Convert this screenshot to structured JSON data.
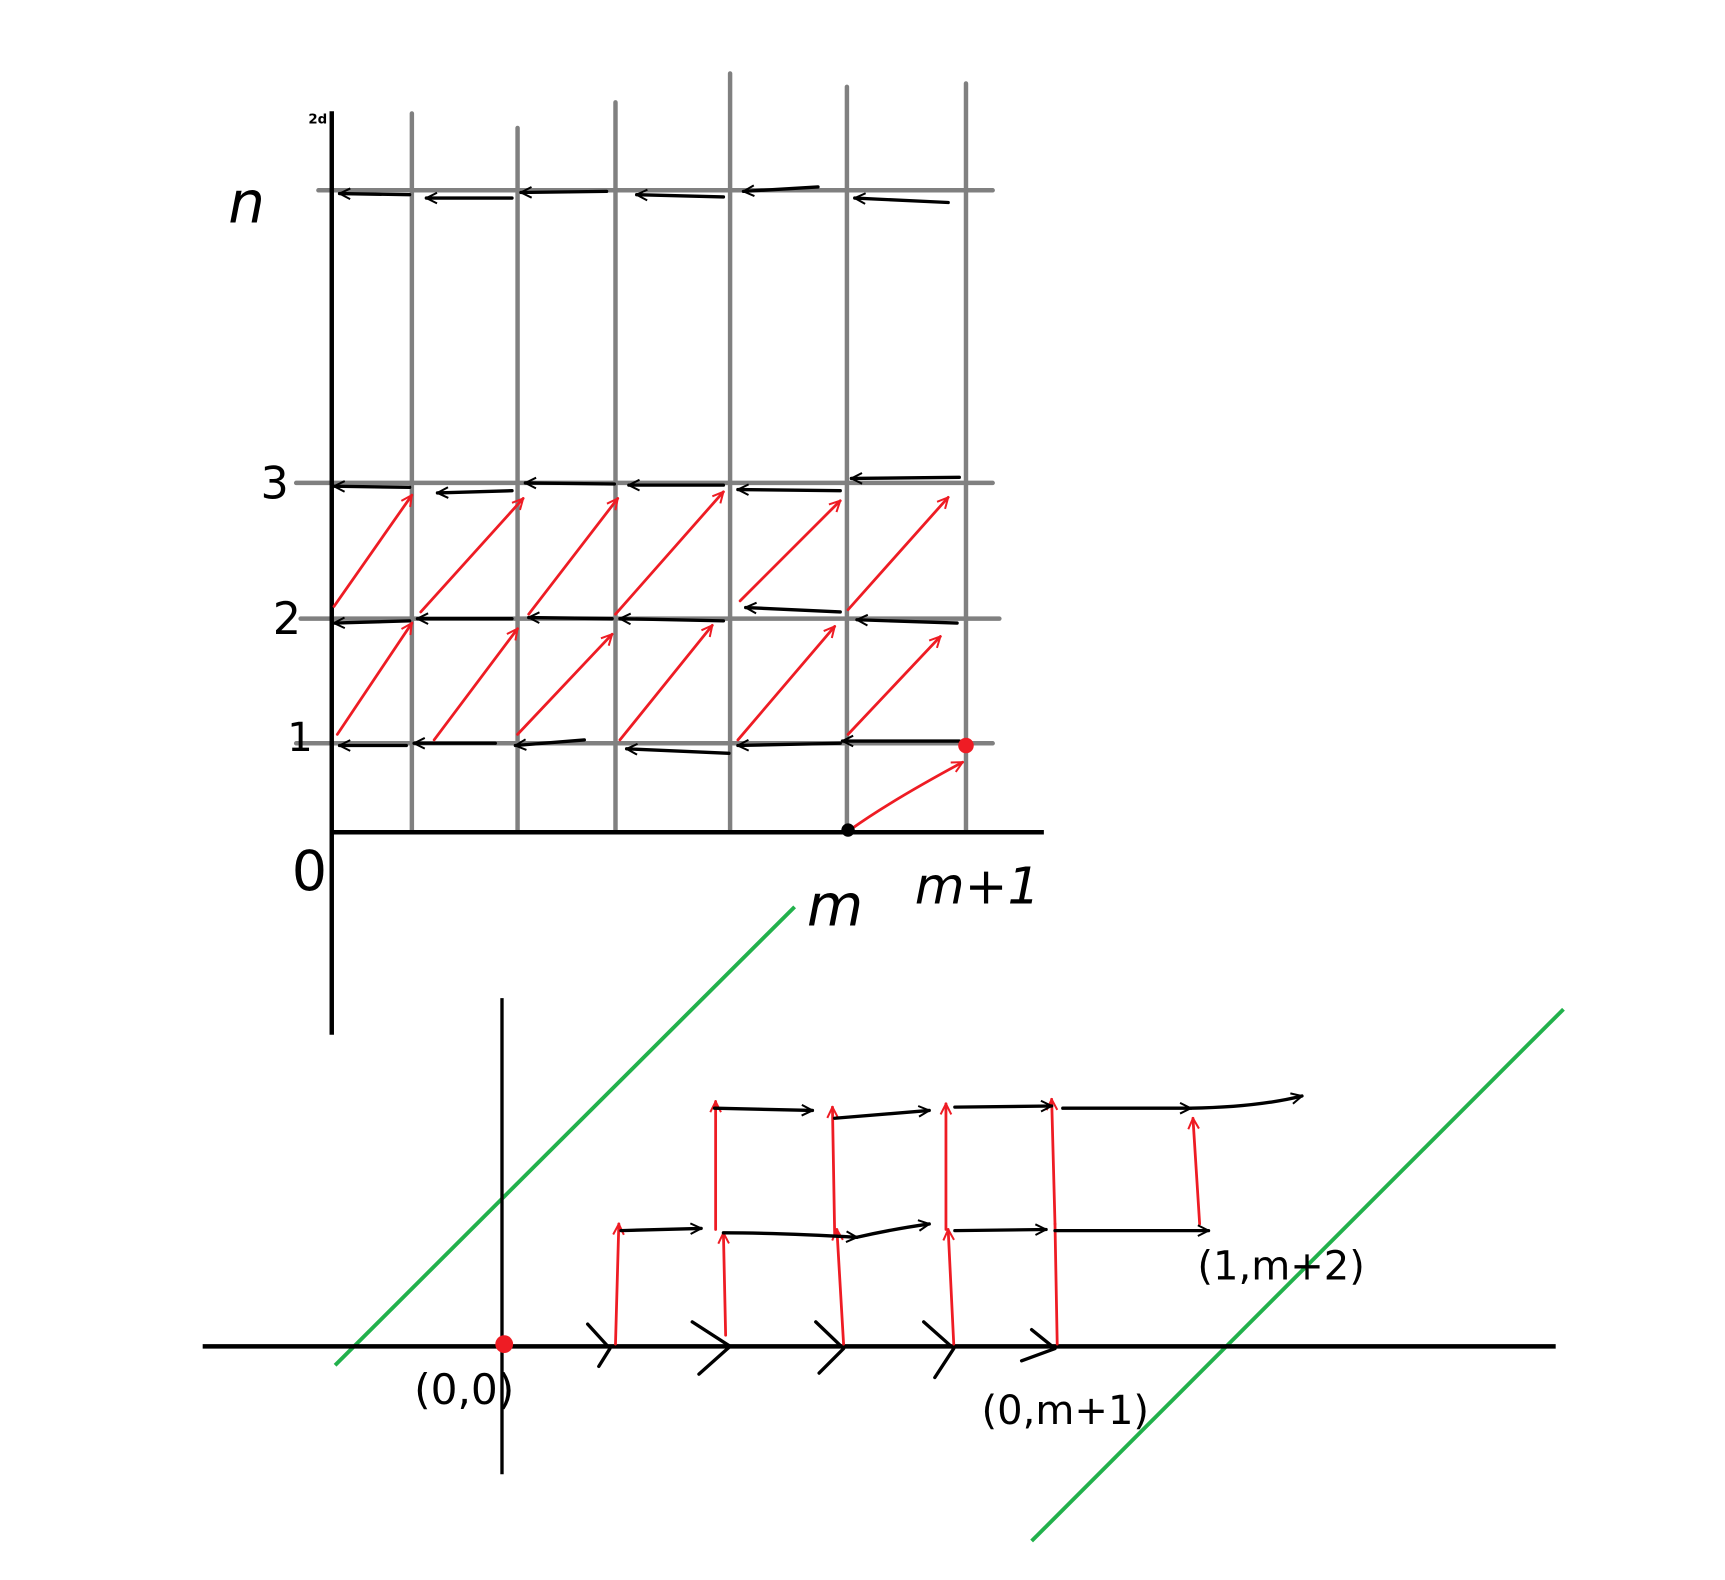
{
  "top_diagram": {
    "corner_label": "2d",
    "y_labels": [
      "n",
      "3",
      "2",
      "1",
      "0"
    ],
    "x_labels": [
      "m",
      "m+1"
    ]
  },
  "bottom_diagram": {
    "point_labels": [
      "(0,0)",
      "(0,m+1)",
      "(1,m+2)"
    ]
  },
  "colors": {
    "grid": "#808080",
    "arrows": "#000000",
    "path": "#ee1c24",
    "boundary": "#22b14c"
  }
}
